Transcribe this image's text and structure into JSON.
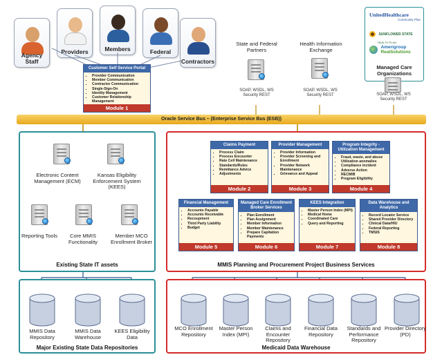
{
  "actors": [
    {
      "label": "Agency Staff",
      "skin": "#d8a06a",
      "shirt": "#d9632f"
    },
    {
      "label": "Providers",
      "skin": "#e8b98a",
      "shirt": "#f2f2f2"
    },
    {
      "label": "Members",
      "skin": "#3a2a20",
      "shirt": "#2b5f9e"
    },
    {
      "label": "Federal",
      "skin": "#7a4a2a",
      "shirt": "#3a6fb5"
    },
    {
      "label": "Contractors",
      "skin": "#e0a878",
      "shirt": "#2a4f8f"
    }
  ],
  "portal": {
    "title": "Customer Self Service Portal",
    "items": [
      "Provider Communication",
      "Member Communication",
      "Contractor Communication",
      "Single-Sign-On",
      "Identity Management",
      "Customer Relationship Management"
    ],
    "module": "Module 1"
  },
  "partners": [
    {
      "title": "State and Federal Partners",
      "protocol": "SOAP, WSDL, WS Security REST"
    },
    {
      "title": "Health Information Exchange",
      "protocol": "SOAP, WSDL, WS Security REST"
    }
  ],
  "mco": {
    "logo1": "UnitedHealthcare",
    "logo1_sub": "Community Plan",
    "logo2": "SUNFLOWER STATE",
    "logo2_sub": "HEALTH PLAN",
    "logo3a": "Amerigroup",
    "logo3b": "RealSolutions",
    "title": "Managed Care Organizations",
    "protocol": "SOAP, WSDL, WS Security REST"
  },
  "esb": "Oracle Service Bus – (Enterprise Service Bus (ESB))",
  "state_assets": {
    "caption": "Existing State IT assets",
    "items": [
      "Electronic Content Management (ECM)",
      "Kansas Eligibility Enforcement System (KEES)",
      "Reporting Tools",
      "Core MMIS Functionality",
      "Member MCO Enrollment Broker"
    ]
  },
  "mmis": {
    "caption": "MMIS Planning and Procurement Project Business Services",
    "modules": [
      {
        "title": "Claims Payment",
        "items": [
          "Process Claim",
          "Process Encounter",
          "Rate Cell Maintenance",
          "Standards/Rules",
          "Remittance Advice",
          "Adjustments"
        ],
        "module": "Module 2"
      },
      {
        "title": "Provider Management",
        "items": [
          "Provider Information",
          "Provider Screening and Enrollment",
          "Provider Network Maintenance",
          "Grievance and Appeal"
        ],
        "module": "Module 3"
      },
      {
        "title": "Program Integrity - Utilization Management",
        "items": [
          "Fraud, waste, and abuse",
          "Utilization anomalies",
          "Compliance incident",
          "Adverse Action",
          "RECMIB",
          "Program Eligibility"
        ],
        "module": "Module 4"
      },
      {
        "title": "Financial Management",
        "items": [
          "Accounts Payable",
          "Accounts Receivable",
          "Recoupment",
          "Third Party Liability",
          "Budget"
        ],
        "module": "Module 5"
      },
      {
        "title": "Managed Care Enrollment Broker Services",
        "items": [
          "Plan Enrollment",
          "Plan Assignment",
          "Member Information",
          "Member Maintenance",
          "Prepare Capitation Payments"
        ],
        "module": "Module 6"
      },
      {
        "title": "KEES Integration",
        "items": [
          "Master Person Index (MPI)",
          "Medical Home",
          "Coordinated Care",
          "Query and Reporting"
        ],
        "module": "Module 7"
      },
      {
        "title": "Data Warehouse and Analytics",
        "items": [
          "Record Locator Service",
          "Shared Provider Directory",
          "Clinical Data/HIU",
          "Federal Reporting",
          "TMSIS"
        ],
        "module": "Module 8"
      }
    ]
  },
  "state_repos": {
    "caption": "Major Existing State Data Repositories",
    "items": [
      "MMIS Data Repository",
      "MMIS Data Warehouse",
      "KEES Eligibility Data"
    ]
  },
  "medicaid_dw": {
    "caption": "Medicaid Data Warehouse",
    "items": [
      "MCO Enrollment Repository",
      "Master Person Index (MPI)",
      "Claims and Encounter Repository",
      "Financial Data Repository",
      "Standards and Performance Repository",
      "Provider Directory (PD)"
    ]
  },
  "colors": {
    "teal": "#2a8f97",
    "red": "#d42a2a",
    "esb_gold": "#f2b92e",
    "module_red": "#c0392b",
    "card_blue": "#3e68a8"
  }
}
